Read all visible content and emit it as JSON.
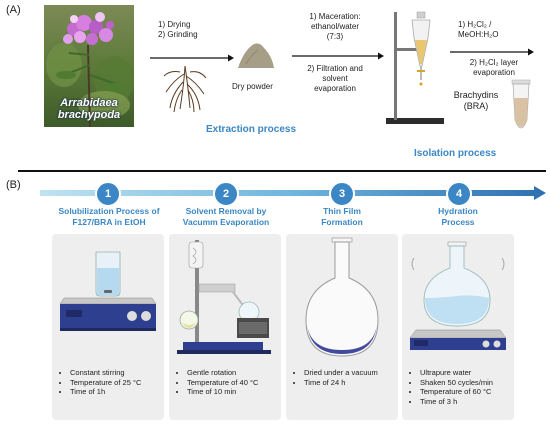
{
  "panel_a": {
    "label": "(A)",
    "plant_caption_line1": "Arrabidaea",
    "plant_caption_line2": "brachypoda",
    "step1_line1": "1) Drying",
    "step1_line2": "2) Grinding",
    "dry_powder": "Dry powder",
    "step2_line1": "1) Maceration:",
    "step2_line2": "ethanol/water",
    "step2_line3": "(7:3)",
    "step2_line4": "2) Filtration and",
    "step2_line5": "solvent",
    "step2_line6": "evaporation",
    "extraction": "Extraction process",
    "step3_line1": "1) H₂Cl₂ /",
    "step3_line2": "MeOH:H₂O",
    "step3_line3": "2) H₂Cl₂ layer",
    "step3_line4": "evaporation",
    "product_line1": "Brachydins",
    "product_line2": "(BRA)",
    "isolation": "Isolation process"
  },
  "panel_b": {
    "label": "(B)",
    "steps": [
      {
        "num": "1",
        "title_line1": "Solubilization Process of",
        "title_line2": "F127/BRA in EtOH",
        "bullets": [
          "Constant stirring",
          "Temperature of 25 °C",
          "Time of 1h"
        ]
      },
      {
        "num": "2",
        "title_line1": "Solvent Removal by",
        "title_line2": "Vacumm Evaporation",
        "bullets": [
          "Gentle rotation",
          "Temperature of 40 °C",
          "Time of 10 min"
        ]
      },
      {
        "num": "3",
        "title_line1": "Thin Film",
        "title_line2": "Formation",
        "bullets": [
          "Dried under a vacuum",
          "Time of 24 h"
        ]
      },
      {
        "num": "4",
        "title_line1": "Hydration",
        "title_line2": "Process",
        "bullets": [
          "Ultrapure water",
          "Shaken 50 cycles/min",
          "Temperature of 60 °C",
          "Time of 3 h"
        ]
      }
    ]
  },
  "colors": {
    "accent": "#3b86c4",
    "panel_bg": "#eeeeee",
    "divider": "#111111"
  }
}
